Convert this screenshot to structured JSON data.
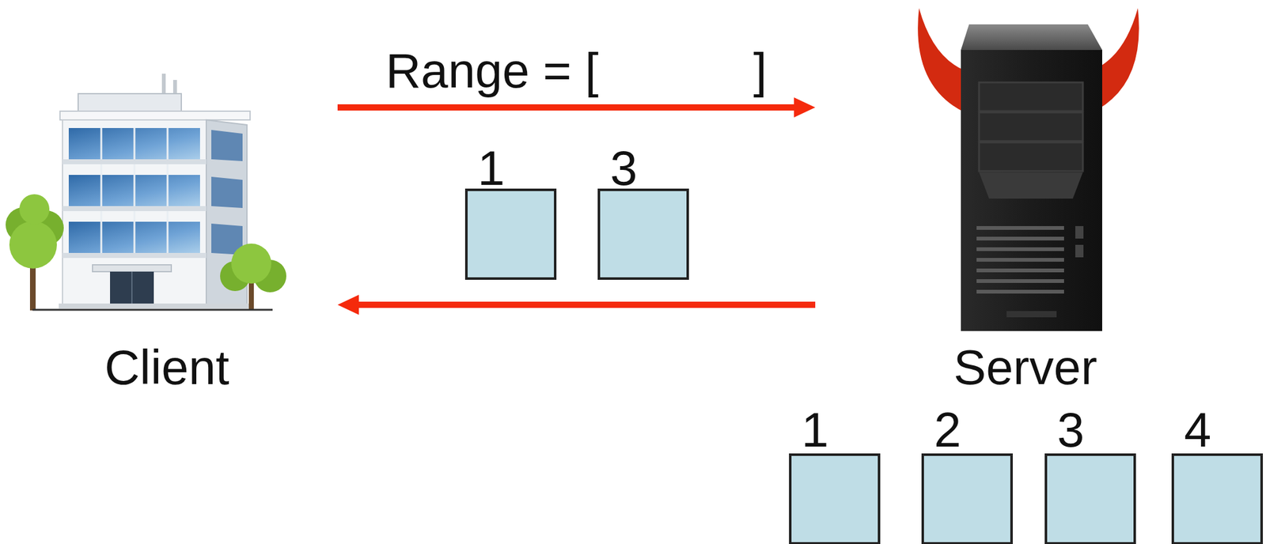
{
  "diagram": {
    "nodes": [
      {
        "text": [
          "Client"
        ]
      },
      {
        "text": [
          "1"
        ]
      },
      {
        "text": [
          "3"
        ]
      },
      {
        "text": [
          "Server"
        ]
      },
      {
        "text": [
          "1"
        ]
      },
      {
        "text": [
          "2"
        ]
      },
      {
        "text": [
          "3"
        ]
      },
      {
        "text": [
          "4"
        ]
      }
    ],
    "edges": [
      {
        "from": 0,
        "to": 3,
        "arrow": "to",
        "label": "Range = ["
      },
      {
        "from": 3,
        "to": 0,
        "arrow": "to"
      }
    ],
    "labels": [
      "]"
    ]
  }
}
